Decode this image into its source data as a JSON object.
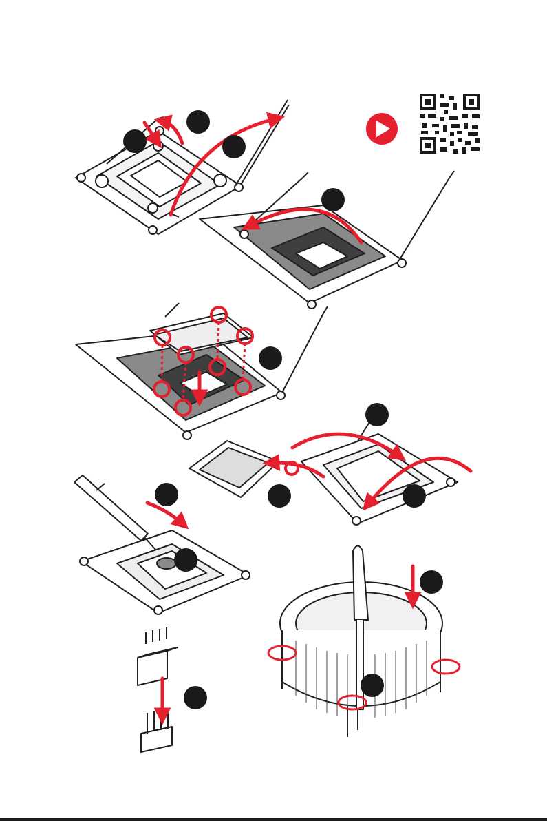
{
  "page": {
    "background": "#ffffff",
    "accent_color": "#e5202e",
    "line_color": "#1f1f1f",
    "socket_gray": "#7a7a7a",
    "socket_dark": "#3a3a3a"
  },
  "icons": {
    "video": "play-icon",
    "qr": "qr-code-icon"
  },
  "steps": [
    {
      "id": "step-1",
      "label": ""
    },
    {
      "id": "step-2",
      "label": ""
    },
    {
      "id": "step-3",
      "label": ""
    },
    {
      "id": "step-4",
      "label": ""
    },
    {
      "id": "step-5",
      "label": ""
    },
    {
      "id": "step-6",
      "label": ""
    },
    {
      "id": "step-7",
      "label": ""
    },
    {
      "id": "step-8",
      "label": ""
    },
    {
      "id": "step-9",
      "label": ""
    },
    {
      "id": "step-10",
      "label": ""
    },
    {
      "id": "step-11",
      "label": ""
    },
    {
      "id": "step-12",
      "label": ""
    },
    {
      "id": "step-13",
      "label": ""
    }
  ],
  "illustrations": [
    "socket-open-lever-illustration",
    "socket-load-plate-illustration",
    "cpu-align-illustration",
    "remove-cap-illustration",
    "thermal-paste-illustration",
    "cooler-install-illustration",
    "fan-connector-illustration"
  ]
}
